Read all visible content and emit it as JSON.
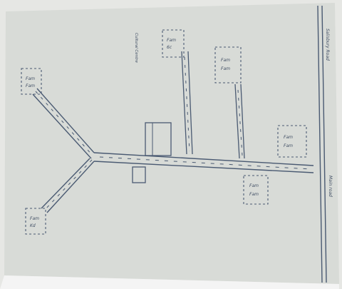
{
  "paper": {
    "background": "#d8dbd7",
    "ink": "#4a5a72",
    "bottom_edge": "#f4f4f4"
  },
  "labels": {
    "top_road": "Salisbury Road",
    "right_road": "Main road",
    "vertical_left": "Cultural Centre"
  },
  "boxes": [
    {
      "id": "top-left-box",
      "lines": [
        "Fam",
        "Fam"
      ]
    },
    {
      "id": "left-upper-box",
      "lines": [
        "Fam",
        "6c"
      ]
    },
    {
      "id": "left-lower-box",
      "lines": [
        "Fam",
        "Kd"
      ]
    },
    {
      "id": "mid-upper-box",
      "lines": [
        "Fam",
        "Fam"
      ]
    },
    {
      "id": "bottom-box",
      "lines": [
        "Fam",
        "Fam"
      ]
    },
    {
      "id": "right-box",
      "lines": [
        "Fam",
        "Fam"
      ]
    }
  ]
}
